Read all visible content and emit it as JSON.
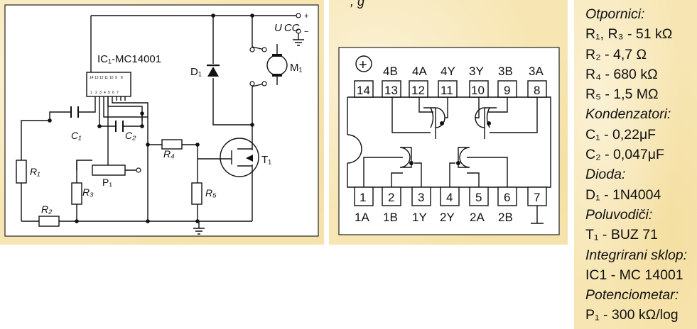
{
  "circuit": {
    "ic_label": "IC₁-MC14001",
    "ucc_label": "U CC",
    "plus_sign": "+",
    "minus_sign": "−",
    "pin_top": [
      "14",
      "13",
      "12",
      "11",
      "10",
      "9",
      "8"
    ],
    "pin_bottom": [
      "1",
      "2",
      "3",
      "4",
      "5",
      "6",
      "7"
    ],
    "labels": {
      "d1": "D₁",
      "m1": "M₁",
      "c1": "C₁",
      "c2": "C₂",
      "r1": "R₁",
      "r2": "R₂",
      "r3": "R₃",
      "r4": "R₄",
      "r5": "R₅",
      "p1": "P₁",
      "t1": "T₁"
    }
  },
  "pinout": {
    "top_caption_fragment": ", g",
    "plus_symbol": "+",
    "top_pins": [
      "14",
      "13",
      "12",
      "11",
      "10",
      "9",
      "8"
    ],
    "top_names": [
      "4B",
      "4A",
      "4Y",
      "3Y",
      "3B",
      "3A"
    ],
    "bottom_pins": [
      "1",
      "2",
      "3",
      "4",
      "5",
      "6",
      "7"
    ],
    "bottom_names": [
      "1A",
      "1B",
      "1Y",
      "2Y",
      "2A",
      "2B"
    ]
  },
  "parts": [
    {
      "text": "Otpornici:",
      "style": "hdr"
    },
    {
      "text": "R₁, R₃ - 51 kΩ",
      "style": "val"
    },
    {
      "text": "R₂ - 4,7 Ω",
      "style": "val"
    },
    {
      "text": "R₄ - 680 kΩ",
      "style": "val"
    },
    {
      "text": "R₅ - 1,5 MΩ",
      "style": "val"
    },
    {
      "text": "Kondenzatori:",
      "style": "hdr"
    },
    {
      "text": "C₁ - 0,22μF",
      "style": "val"
    },
    {
      "text": "C₂ - 0,047μF",
      "style": "val"
    },
    {
      "text": "Dioda:",
      "style": "hdr"
    },
    {
      "text": "D₁ - 1N4004",
      "style": "val"
    },
    {
      "text": "Poluvodiči:",
      "style": "hdr"
    },
    {
      "text": "T₁ - BUZ 71",
      "style": "val"
    },
    {
      "text": "Integrirani sklop:",
      "style": "hdr"
    },
    {
      "text": "IC1 - MC 14001",
      "style": "val"
    },
    {
      "text": "Potenciometar:",
      "style": "hdr"
    },
    {
      "text": "P₁ - 300 kΩ/log",
      "style": "val"
    }
  ]
}
